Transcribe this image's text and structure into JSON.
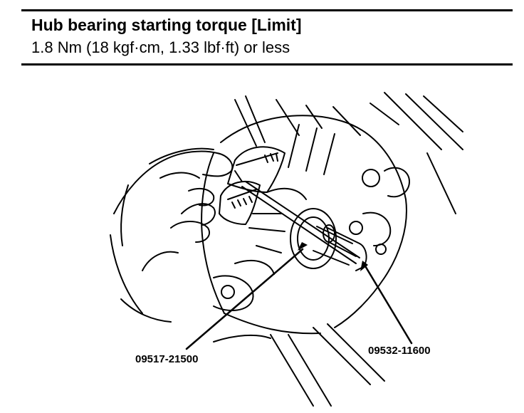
{
  "spec": {
    "title": "Hub bearing starting torque [Limit]",
    "value": "1.8 Nm (18 kgf·cm, 1.33 lbf·ft) or less"
  },
  "illustration": {
    "callouts": [
      {
        "label": "09517-21500"
      },
      {
        "label": "09532-11600"
      }
    ]
  }
}
